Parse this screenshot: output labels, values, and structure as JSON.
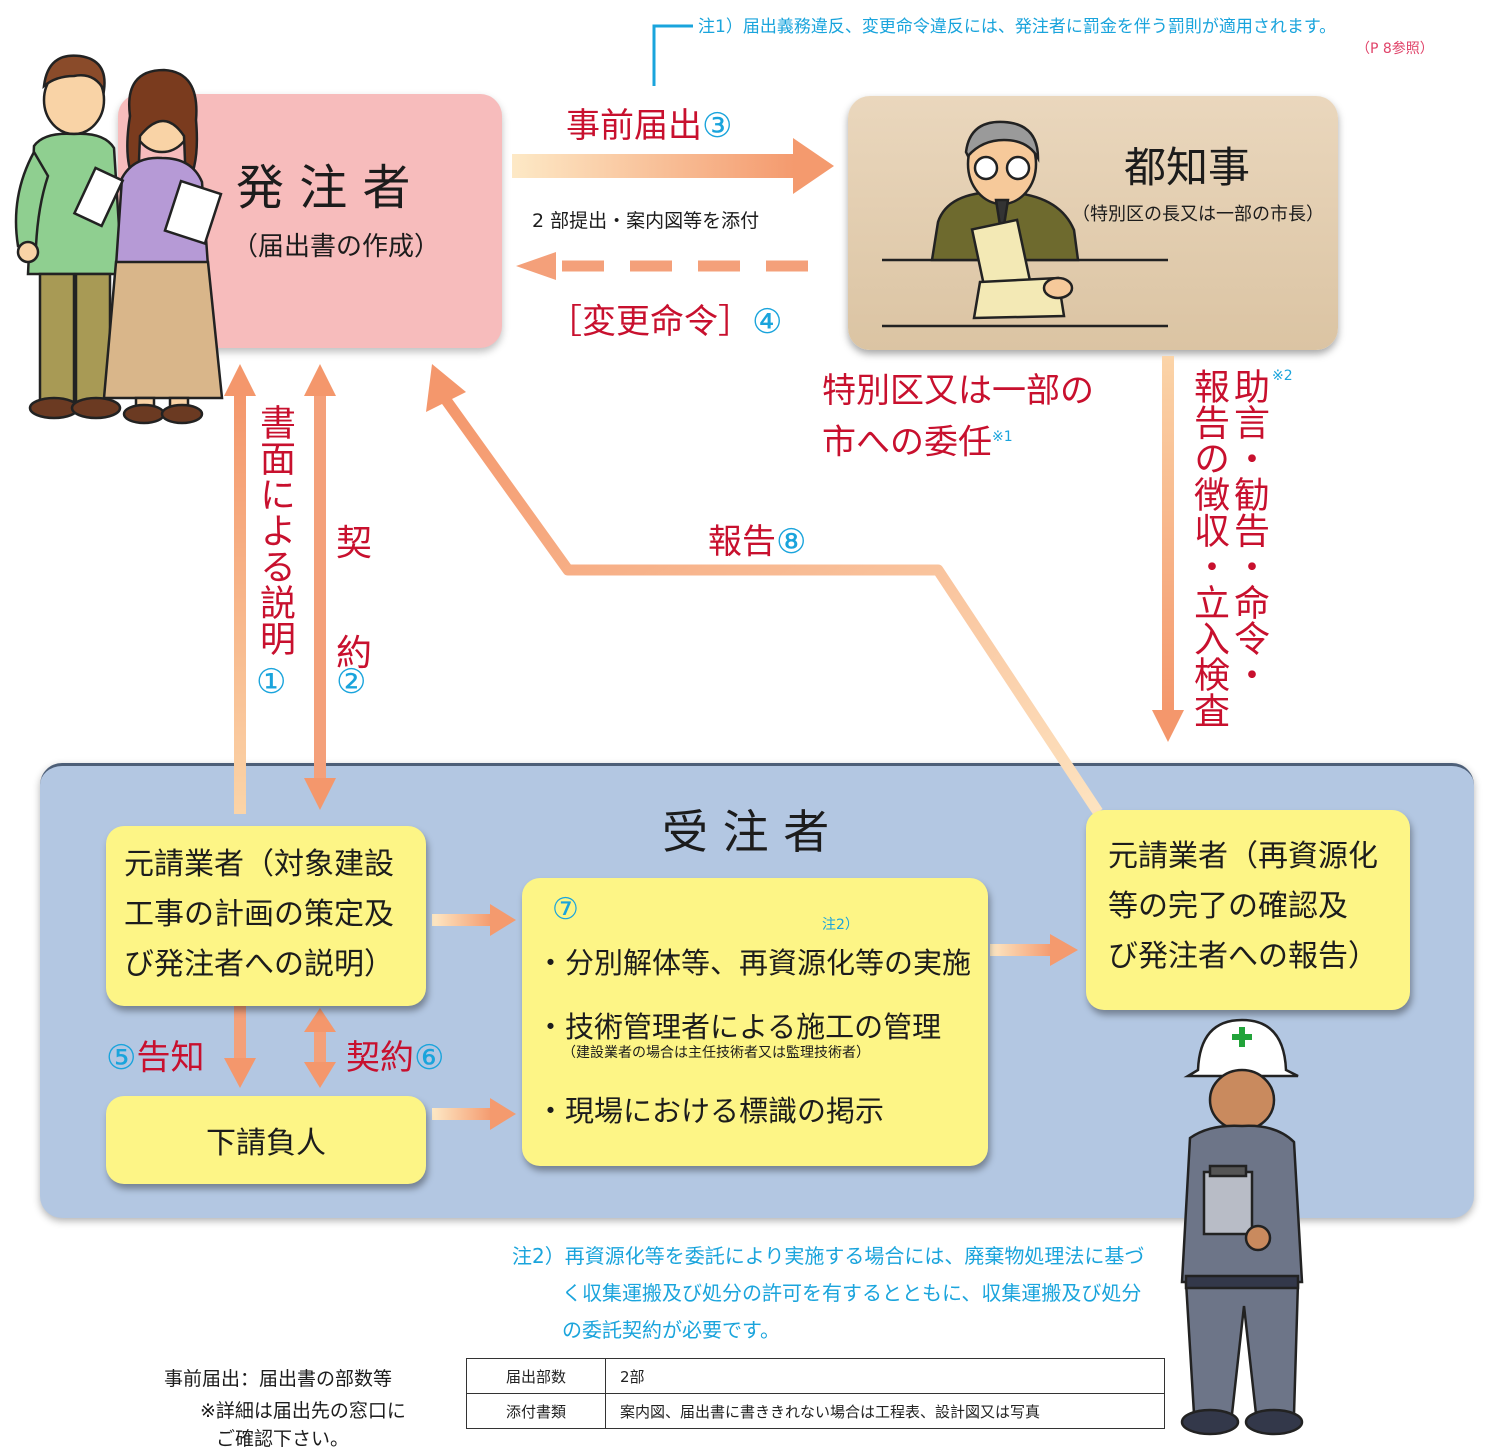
{
  "note1": {
    "text": "注1）届出義務違反、変更命令違反には、発注者に罰金を伴う罰則が適用されます。",
    "ref": "（P 8参照）"
  },
  "client": {
    "title": "発 注 者",
    "subtitle": "（届出書の作成）"
  },
  "governor": {
    "title": "都知事",
    "subtitle": "（特別区の長又は一部の市長）"
  },
  "labels": {
    "prior_notice": "事前届出",
    "prior_notice_num": "③",
    "submit_note": "2 部提出・案内図等を添付",
    "change_order": "［変更命令］",
    "change_order_num": "④",
    "delegation_line1": "特別区又は一部の",
    "delegation_line2": "市への委任",
    "delegation_mark": "※1",
    "advice_col1": "助言・勧告・命令・",
    "advice_col2": "報告の徴収・立入検査",
    "advice_mark": "※2",
    "written_explanation": "書面による説明",
    "written_explanation_num": "①",
    "contract_1": "契",
    "contract_2": "約",
    "contract_num": "②",
    "report": "報告",
    "report_num": "⑧",
    "notify_num": "⑤",
    "notify": "告知",
    "contract": "契約",
    "contract6_num": "⑥"
  },
  "contractor": {
    "title": "受 注 者",
    "prime_plan": [
      "元請業者（対象建設",
      "工事の計画の策定及",
      "び発注者への説明）"
    ],
    "sub": "下請負人",
    "step_num": "⑦",
    "note2_mark": "注2）",
    "steps": [
      "・分別解体等、再資源化等の実施",
      "・技術管理者による施工の管理",
      "・現場における標識の掲示"
    ],
    "steps_sub": "（建設業者の場合は主任技術者又は監理技術者）",
    "prime_report": [
      "元請業者（再資源化",
      "等の完了の確認及",
      "び発注者への報告）"
    ]
  },
  "note2": [
    "注2）再資源化等を委託により実施する場合には、廃棄物処理法に基づ",
    "く収集運搬及び処分の許可を有するとともに、収集運搬及び処分",
    "の委託契約が必要です。"
  ],
  "footer": {
    "left_title": "事前届出：届出書の部数等",
    "left_note1": "※詳細は届出先の窓口に",
    "left_note2": "ご確認下さい。",
    "table": [
      {
        "label": "届出部数",
        "value": "2部"
      },
      {
        "label": "添付書類",
        "value": "案内図、届出書に書ききれない場合は工程表、設計図又は写真"
      }
    ]
  },
  "colors": {
    "arrow": "#f4a07a",
    "arrow_light": "#fbd9b0",
    "red_text": "#c8102e",
    "cyan_text": "#1aa4dc",
    "client_box": "#f7bcbc",
    "governor_box": "#e3cfb2",
    "contractor_panel": "#b3c7e2",
    "step_box": "#fdf586"
  },
  "icons": [
    "couple-illustration",
    "governor-illustration",
    "worker-illustration"
  ]
}
